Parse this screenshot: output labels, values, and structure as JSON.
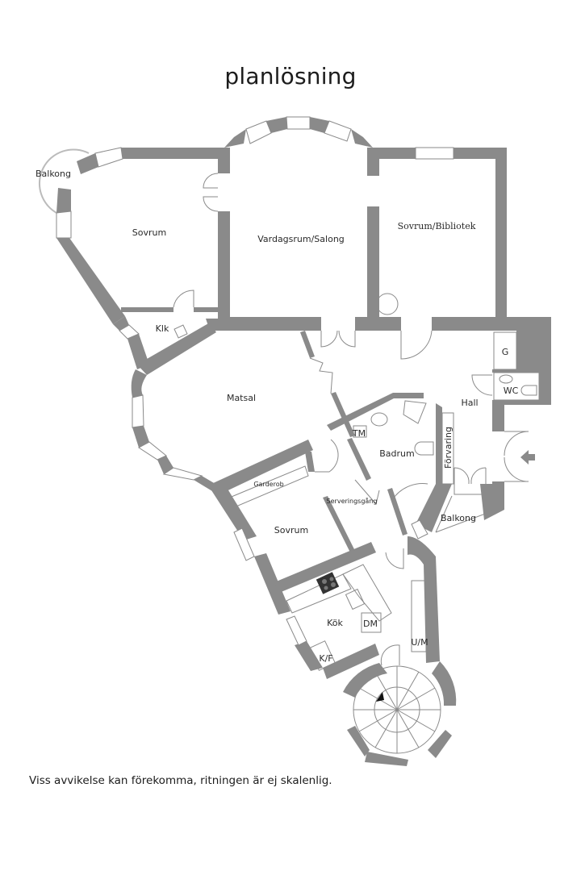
{
  "title": "planlösning",
  "disclaimer": "Viss avvikelse kan förekomma, ritningen är ej skalenlig.",
  "colors": {
    "wall": "#8a8a8a",
    "background": "#ffffff",
    "text": "#1c1c1c"
  },
  "rooms": {
    "balkong_nw": "Balkong",
    "sovrum_nw": "Sovrum",
    "vardagsrum": "Vardagsrum/Salong",
    "sovrum_bibliotek": "Sovrum/Bibliotek",
    "klk": "Klk",
    "matsal": "Matsal",
    "hall": "Hall",
    "g": "G",
    "wc": "WC",
    "tm": "TM",
    "badrum": "Badrum",
    "forvaring": "Förvaring",
    "garderob": "Garderob",
    "serveringsgang": "Serveringsgång",
    "sovrum_s": "Sovrum",
    "balkong_e": "Balkong",
    "kok": "Kök",
    "dm": "DM",
    "um": "U/M",
    "kf": "K/F"
  },
  "icons": {
    "entrance": "entrance-arrow-icon",
    "stair_direction": "stair-direction-arrow-icon"
  }
}
